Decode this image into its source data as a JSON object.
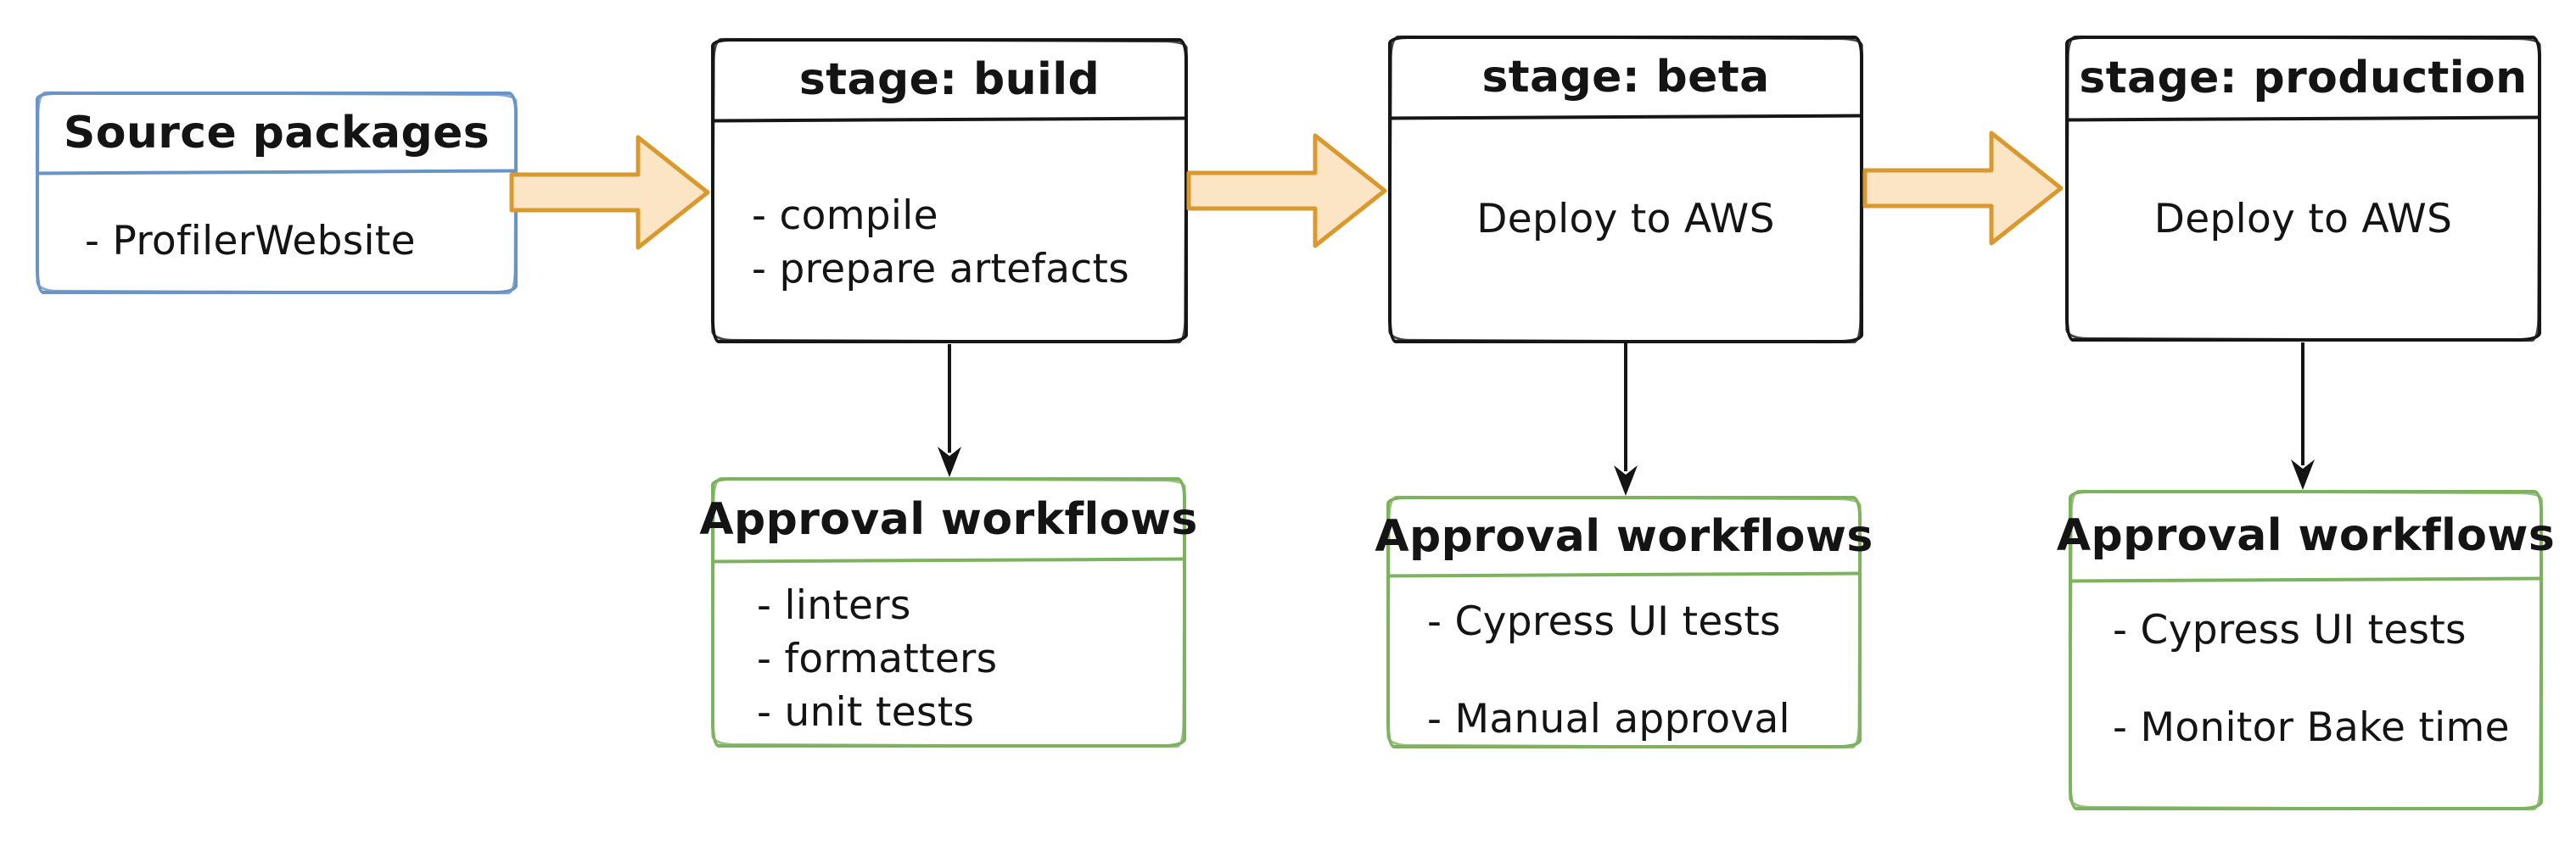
{
  "colors": {
    "background": "#ffffff",
    "text": "#141414",
    "source_stroke": "#6a94c6",
    "stage_stroke": "#161616",
    "approval_stroke": "#7db35f",
    "arrow_stroke": "#d9992e",
    "arrow_fill": "#fce5c4"
  },
  "nodes": {
    "source": {
      "title": "Source packages",
      "items": [
        "- ProfilerWebsite"
      ]
    },
    "build": {
      "title": "stage: build",
      "items": [
        "- compile",
        "- prepare artefacts"
      ]
    },
    "beta": {
      "title": "stage: beta",
      "items": [
        "Deploy to AWS"
      ]
    },
    "production": {
      "title": "stage: production",
      "items": [
        "Deploy to AWS"
      ]
    },
    "approval_build": {
      "title": "Approval workflows",
      "items": [
        "- linters",
        "- formatters",
        "- unit tests"
      ]
    },
    "approval_beta": {
      "title": "Approval workflows",
      "items": [
        "- Cypress UI tests",
        "- Manual approval"
      ]
    },
    "approval_production": {
      "title": "Approval workflows",
      "items": [
        "- Cypress UI tests",
        "- Monitor Bake time"
      ]
    }
  },
  "connections": [
    {
      "from": "source",
      "to": "build",
      "style": "block-arrow"
    },
    {
      "from": "build",
      "to": "beta",
      "style": "block-arrow"
    },
    {
      "from": "beta",
      "to": "production",
      "style": "block-arrow"
    },
    {
      "from": "build",
      "to": "approval_build",
      "style": "line-arrow"
    },
    {
      "from": "beta",
      "to": "approval_beta",
      "style": "line-arrow"
    },
    {
      "from": "production",
      "to": "approval_production",
      "style": "line-arrow"
    }
  ]
}
